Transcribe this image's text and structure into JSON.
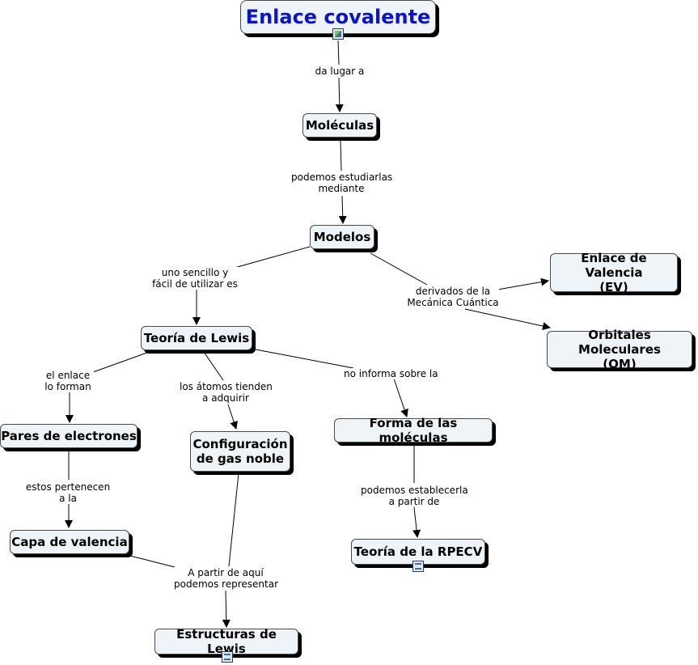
{
  "nodes": {
    "enlace_covalente": "Enlace covalente",
    "moleculas": "Moléculas",
    "modelos": "Modelos",
    "enlace_valencia": [
      "Enlace de Valencia",
      "(EV)"
    ],
    "orbitales": [
      "Orbitales Moleculares",
      "(OM)"
    ],
    "teoria_lewis": "Teoría de Lewis",
    "pares": "Pares de electrones",
    "configuracion": [
      "Configuración",
      "de gas noble"
    ],
    "forma": "Forma de las moléculas",
    "capa": "Capa de valencia",
    "rpecv": "Teoría de la RPECV",
    "estructuras": "Estructuras de Lewis"
  },
  "links": {
    "da_lugar": "da lugar a",
    "podemos_estudiarlas": [
      "podemos estudiarlas",
      "mediante"
    ],
    "uno_sencillo": [
      "uno sencillo y",
      "fácil de utilizar es"
    ],
    "derivados": [
      "derivados de la",
      "Mecánica Cuántica"
    ],
    "el_enlace": [
      "el enlace",
      "lo forman"
    ],
    "los_atomos": [
      "los átomos tienden",
      "a adquirir"
    ],
    "no_informa": "no informa sobre la",
    "estos_pertenecen": [
      "estos pertenecen",
      "a la"
    ],
    "podemos_establecerla": [
      "podemos establecerla",
      "a partir de"
    ],
    "a_partir": [
      "A partir de aquí",
      "podemos representar"
    ]
  },
  "icons": {
    "title_icon": "image-icon",
    "rpecv_icon": "document-icon",
    "estructuras_icon": "document-icon"
  },
  "colors": {
    "title_text": "#0b14c9",
    "node_fill": "#eef4f7",
    "shadow": "#000000"
  }
}
